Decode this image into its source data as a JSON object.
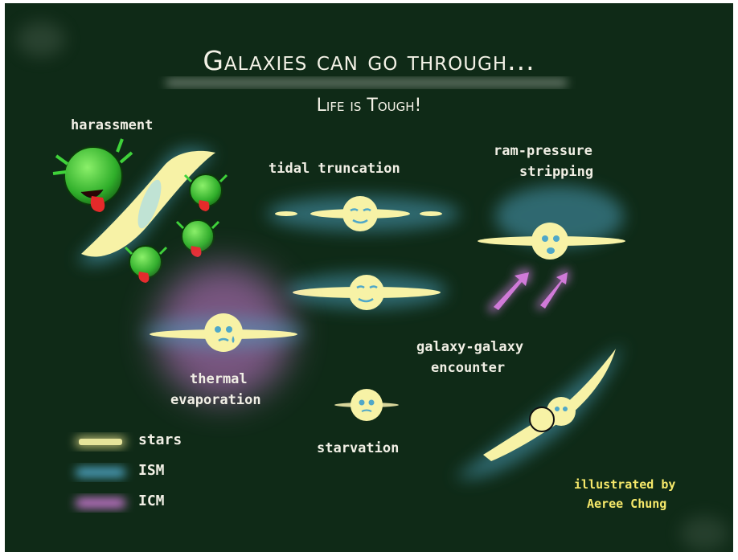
{
  "title": "Galaxies can go through...",
  "subtitle": "Life is Tough!",
  "processes": {
    "harassment": "harassment",
    "tidal": "tidal truncation",
    "ram_line1": "ram-pressure",
    "ram_line2": "stripping",
    "thermal_line1": "thermal",
    "thermal_line2": "evaporation",
    "starvation": "starvation",
    "gg_line1": "galaxy-galaxy",
    "gg_line2": "encounter"
  },
  "legend": {
    "stars": "stars",
    "ism": "ISM",
    "icm": "ICM"
  },
  "credit_line1": "illustrated by",
  "credit_line2": "Aeree Chung",
  "colors": {
    "board": "#0f2a17",
    "stars": "#f7f2a6",
    "ism": "#5bb8d8",
    "icm": "#d07ad8",
    "credit": "#f6e86a",
    "monster": "#3fd23a"
  }
}
